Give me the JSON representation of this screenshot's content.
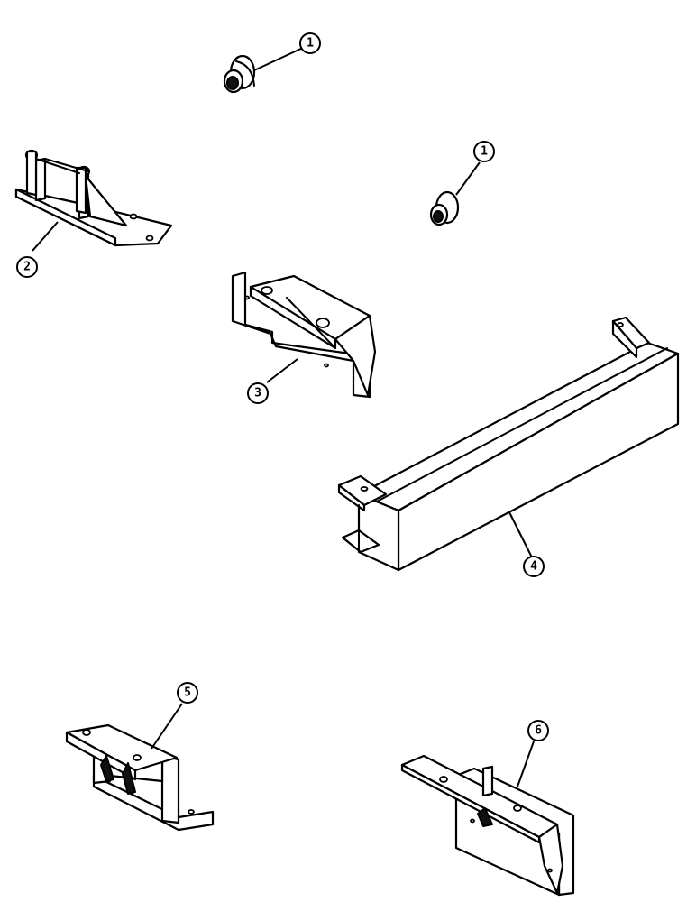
{
  "callouts": [
    {
      "id": "callout-1a",
      "label": "1"
    },
    {
      "id": "callout-1b",
      "label": "1"
    },
    {
      "id": "callout-2",
      "label": "2"
    },
    {
      "id": "callout-3",
      "label": "3"
    },
    {
      "id": "callout-4",
      "label": "4"
    },
    {
      "id": "callout-5",
      "label": "5"
    },
    {
      "id": "callout-6",
      "label": "6"
    }
  ],
  "colors": {
    "ink": "#000000",
    "paper": "#ffffff"
  }
}
